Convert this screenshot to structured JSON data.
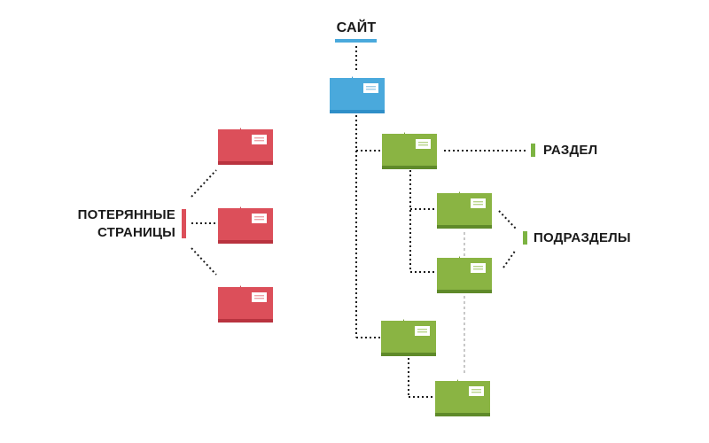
{
  "labels": {
    "site": "САЙТ",
    "section": "РАЗДЕЛ",
    "subsections": "ПОДРАЗДЕЛЫ",
    "lost_pages": [
      "ПОТЕРЯННЫЕ",
      "СТРАНИЦЫ"
    ]
  },
  "colors": {
    "site_folder": "#4aa9dc",
    "section_folder": "#8ab443",
    "lost_folder": "#dc4f5a",
    "site_accent": "#4aa9dc",
    "section_accent": "#7cb342",
    "lost_accent": "#dc4f5a",
    "connector": "#1a1a1a",
    "connector_light": "#c8c8c8"
  },
  "icons": {
    "folder": "folder-icon"
  }
}
